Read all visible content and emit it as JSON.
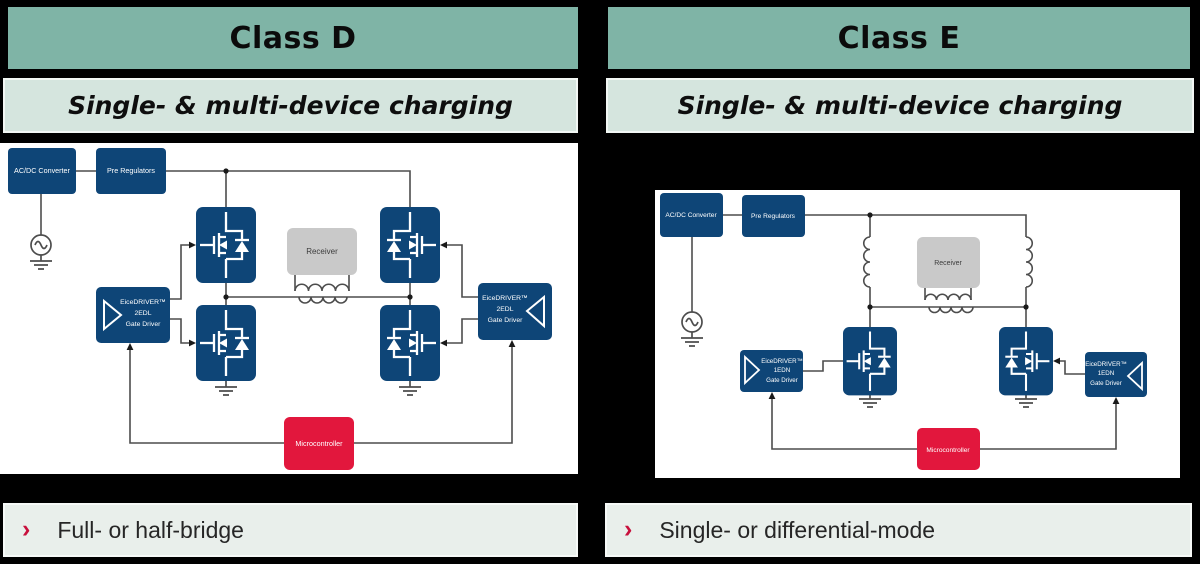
{
  "colors": {
    "background": "#000000",
    "header_bg": "#7FB4A6",
    "subheader_bg": "#D5E5DE",
    "footer_bg": "#E9EFEB",
    "block_blue": "#0E4577",
    "block_red": "#E2173D",
    "receiver_gray": "#C9C9C9",
    "wire_gray": "#4D4D4D",
    "accent_red": "#C8103C"
  },
  "panels": [
    {
      "title": "Class D",
      "subtitle": "Single- & multi-device charging",
      "bullet_marker": "›",
      "bullet": "Full- or half-bridge",
      "labels": {
        "acdc": "AC/DC Converter",
        "prereg": "Pre Regulators",
        "receiver": "Receiver",
        "mcu": "Microcontroller",
        "driver_l1": "EiceDRIVER™",
        "driver_l2": "2EDL",
        "driver_l3": "Gate Driver"
      }
    },
    {
      "title": "Class E",
      "subtitle": "Single- & multi-device charging",
      "bullet_marker": "›",
      "bullet": "Single- or differential-mode",
      "labels": {
        "acdc": "AC/DC Converter",
        "prereg": "Pre Regulators",
        "receiver": "Receiver",
        "mcu": "Microcontroller",
        "driver_l1": "EiceDRIVER™",
        "driver_l2": "1EDN",
        "driver_l3": "Gate Driver"
      }
    }
  ]
}
